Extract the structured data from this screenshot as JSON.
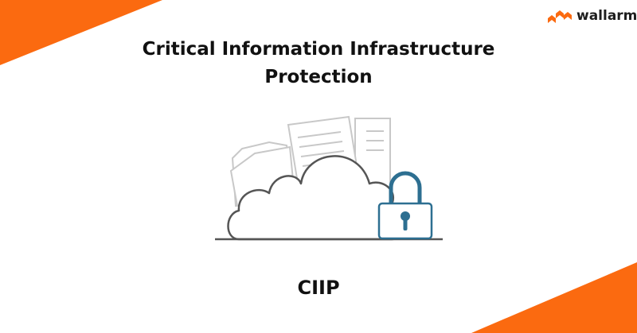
{
  "brand": {
    "name": "wallarm",
    "accent_color": "#fb6a10",
    "logo_icon": "wallarm-logo-icon"
  },
  "title": {
    "line1": "Critical Information Infrastructure",
    "line2": "Protection"
  },
  "acronym": "CIIP",
  "illustration": {
    "icons": [
      "documents-icon",
      "folder-icon",
      "cloud-icon",
      "padlock-icon"
    ],
    "line_color": "#555555",
    "paper_color": "#c8c8c8",
    "lock_color": "#2d6f91"
  }
}
